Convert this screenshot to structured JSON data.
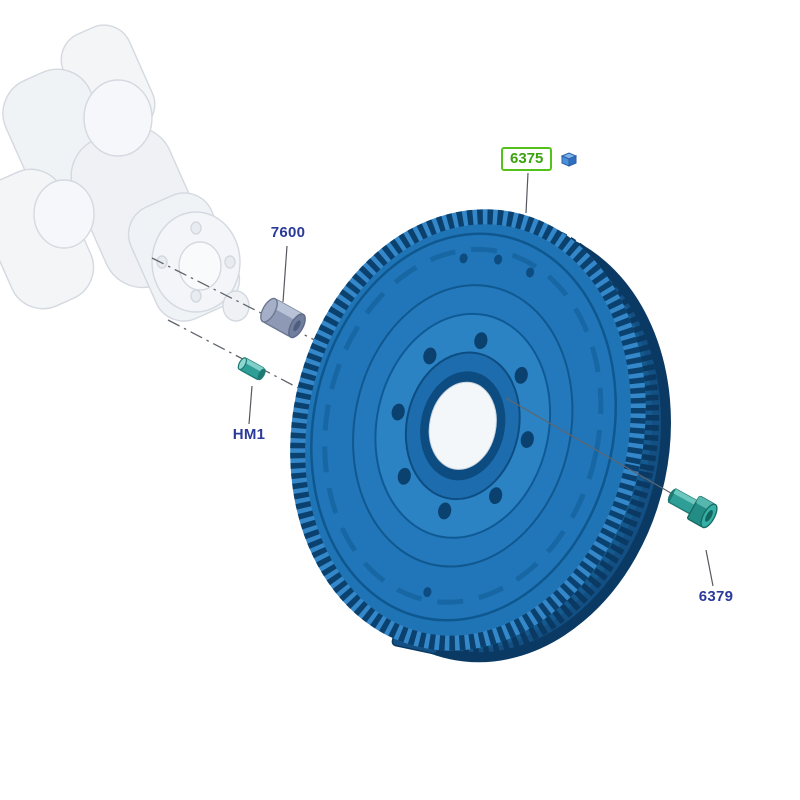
{
  "labels": {
    "bushing": {
      "text": "7600"
    },
    "pin": {
      "text": "HM1"
    },
    "flywheel": {
      "text": "6375",
      "selected": true
    },
    "bolt": {
      "text": "6379"
    }
  },
  "icons": {
    "flywheel_callout": "part-cube-icon"
  },
  "colors": {
    "label_blue": "#2b3a9a",
    "highlight_green": "#55c21c",
    "highlight_text_green": "#3aa30f",
    "flywheel_blue": "#1f74b6",
    "flywheel_mid": "#2379bc",
    "flywheel_dark": "#134f82",
    "flywheel_edge": "#0b416f",
    "hardware_teal": "#2f9e96",
    "bushing_gray": "#8e9ab5",
    "ghost_gray": "#e9edf2",
    "line_gray": "#60656d"
  }
}
